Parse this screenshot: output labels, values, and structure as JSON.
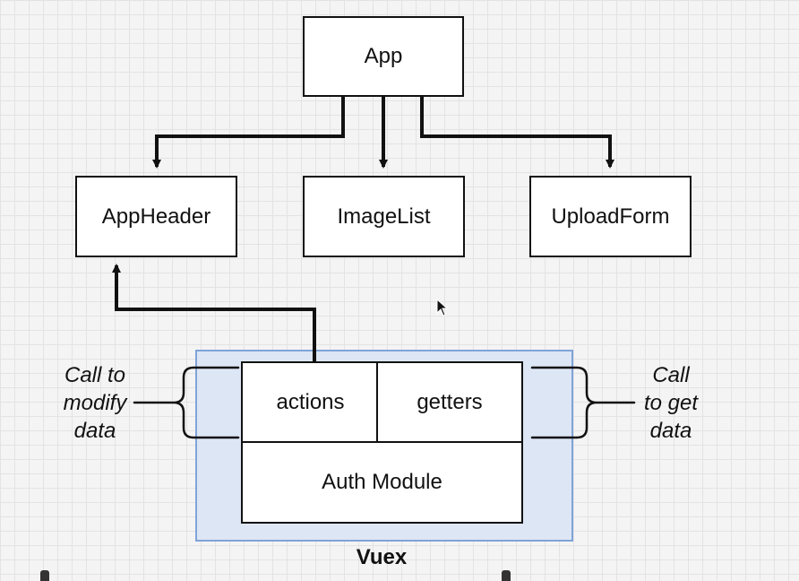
{
  "diagram": {
    "nodes": {
      "app": "App",
      "app_header": "AppHeader",
      "image_list": "ImageList",
      "upload_form": "UploadForm",
      "actions": "actions",
      "getters": "getters",
      "auth_module": "Auth Module"
    },
    "vuex_label": "Vuex",
    "left_note": [
      "Call to",
      "modify",
      "data"
    ],
    "right_note": [
      "Call",
      "to get",
      "data"
    ],
    "edges": [
      {
        "from": "App",
        "to": "AppHeader"
      },
      {
        "from": "App",
        "to": "ImageList"
      },
      {
        "from": "App",
        "to": "UploadForm"
      },
      {
        "from": "actions",
        "to": "AppHeader"
      }
    ],
    "colors": {
      "box_border": "#111111",
      "vuex_fill": "#dde6f5",
      "vuex_border": "#7fa4d8"
    }
  }
}
